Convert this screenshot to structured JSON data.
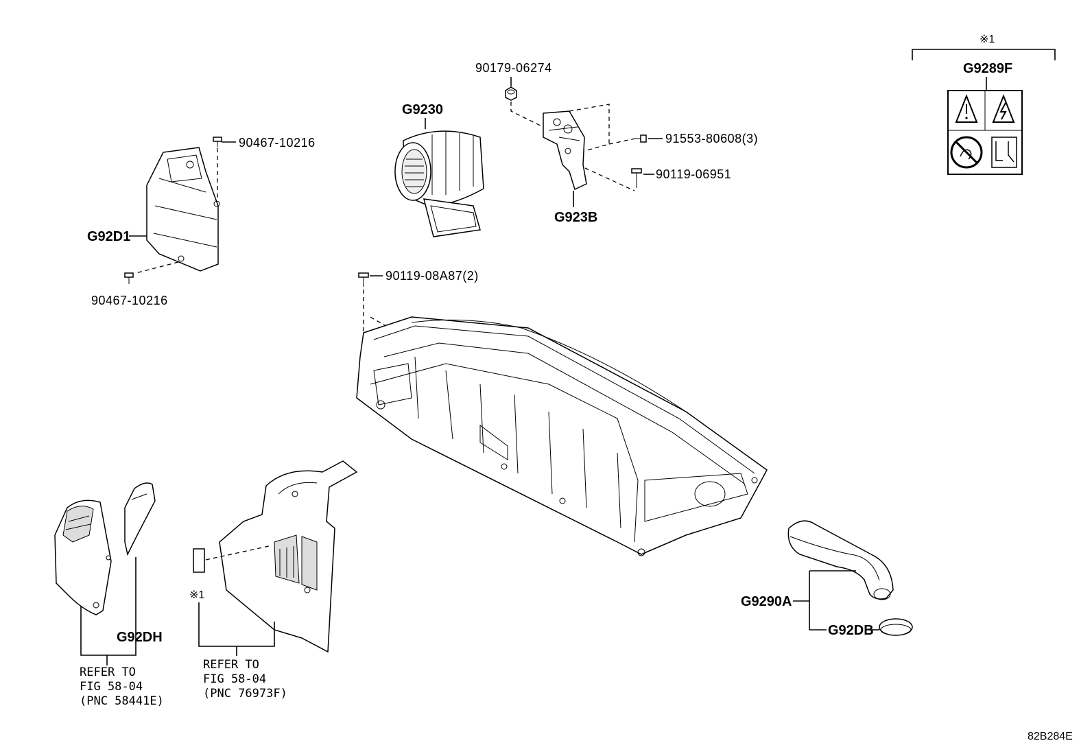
{
  "labels": {
    "p_90179_06274": "90179-06274",
    "p_90467_10216_top": "90467-10216",
    "p_90467_10216_bottom": "90467-10216",
    "p_91553_80608": "91553-80608(3)",
    "p_90119_06951": "90119-06951",
    "p_90119_08a87": "90119-08A87(2)",
    "g9230": "G9230",
    "g92d1": "G92D1",
    "g923b": "G923B",
    "g9289f": "G9289F",
    "g92dh": "G92DH",
    "g9290a": "G9290A",
    "g92db": "G92DB",
    "note_mark_top": "※1",
    "note_mark_left": "※1"
  },
  "refer_notes": {
    "left": [
      "REFER TO",
      "FIG 58-04",
      "(PNC 58441E)"
    ],
    "right": [
      "REFER TO",
      "FIG 58-04",
      "(PNC 76973F)"
    ]
  },
  "figure_id": "82B284E"
}
